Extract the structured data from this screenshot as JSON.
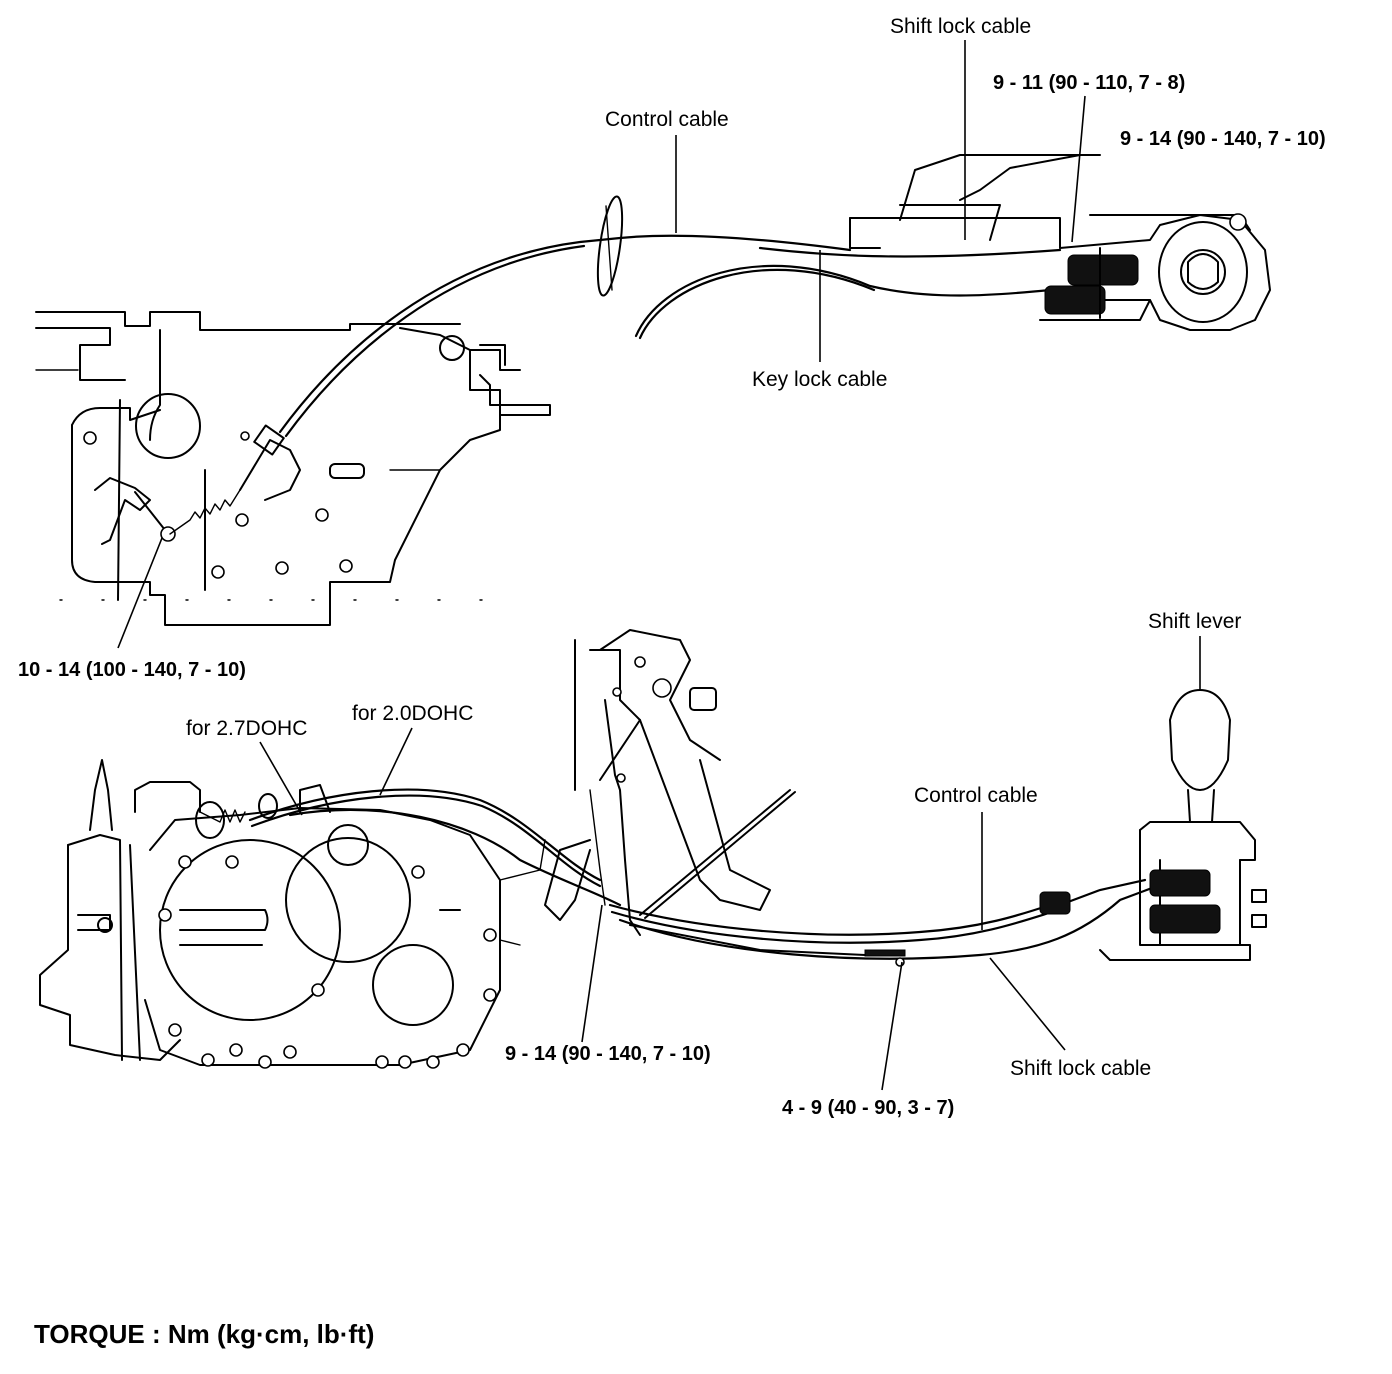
{
  "labels": {
    "shift_lock_cable_top": "Shift lock cable",
    "torque_9_11": "9 - 11 (90 - 110, 7 - 8)",
    "control_cable_top": "Control cable",
    "torque_9_14_top": "9 - 14 (90 - 140, 7 - 10)",
    "key_lock_cable": "Key lock cable",
    "torque_10_14": "10 - 14 (100 - 140, 7 - 10)",
    "shift_lever": "Shift lever",
    "for_27dohc": "for 2.7DOHC",
    "for_20dohc": "for 2.0DOHC",
    "control_cable_bottom": "Control cable",
    "torque_9_14_bottom": "9 - 14 (90 - 140, 7 - 10)",
    "shift_lock_cable_bottom": "Shift lock cable",
    "torque_4_9": "4 - 9 (40 - 90, 3 - 7)"
  },
  "legend": {
    "text": "TORQUE : Nm (kg·cm, lb·ft)"
  }
}
